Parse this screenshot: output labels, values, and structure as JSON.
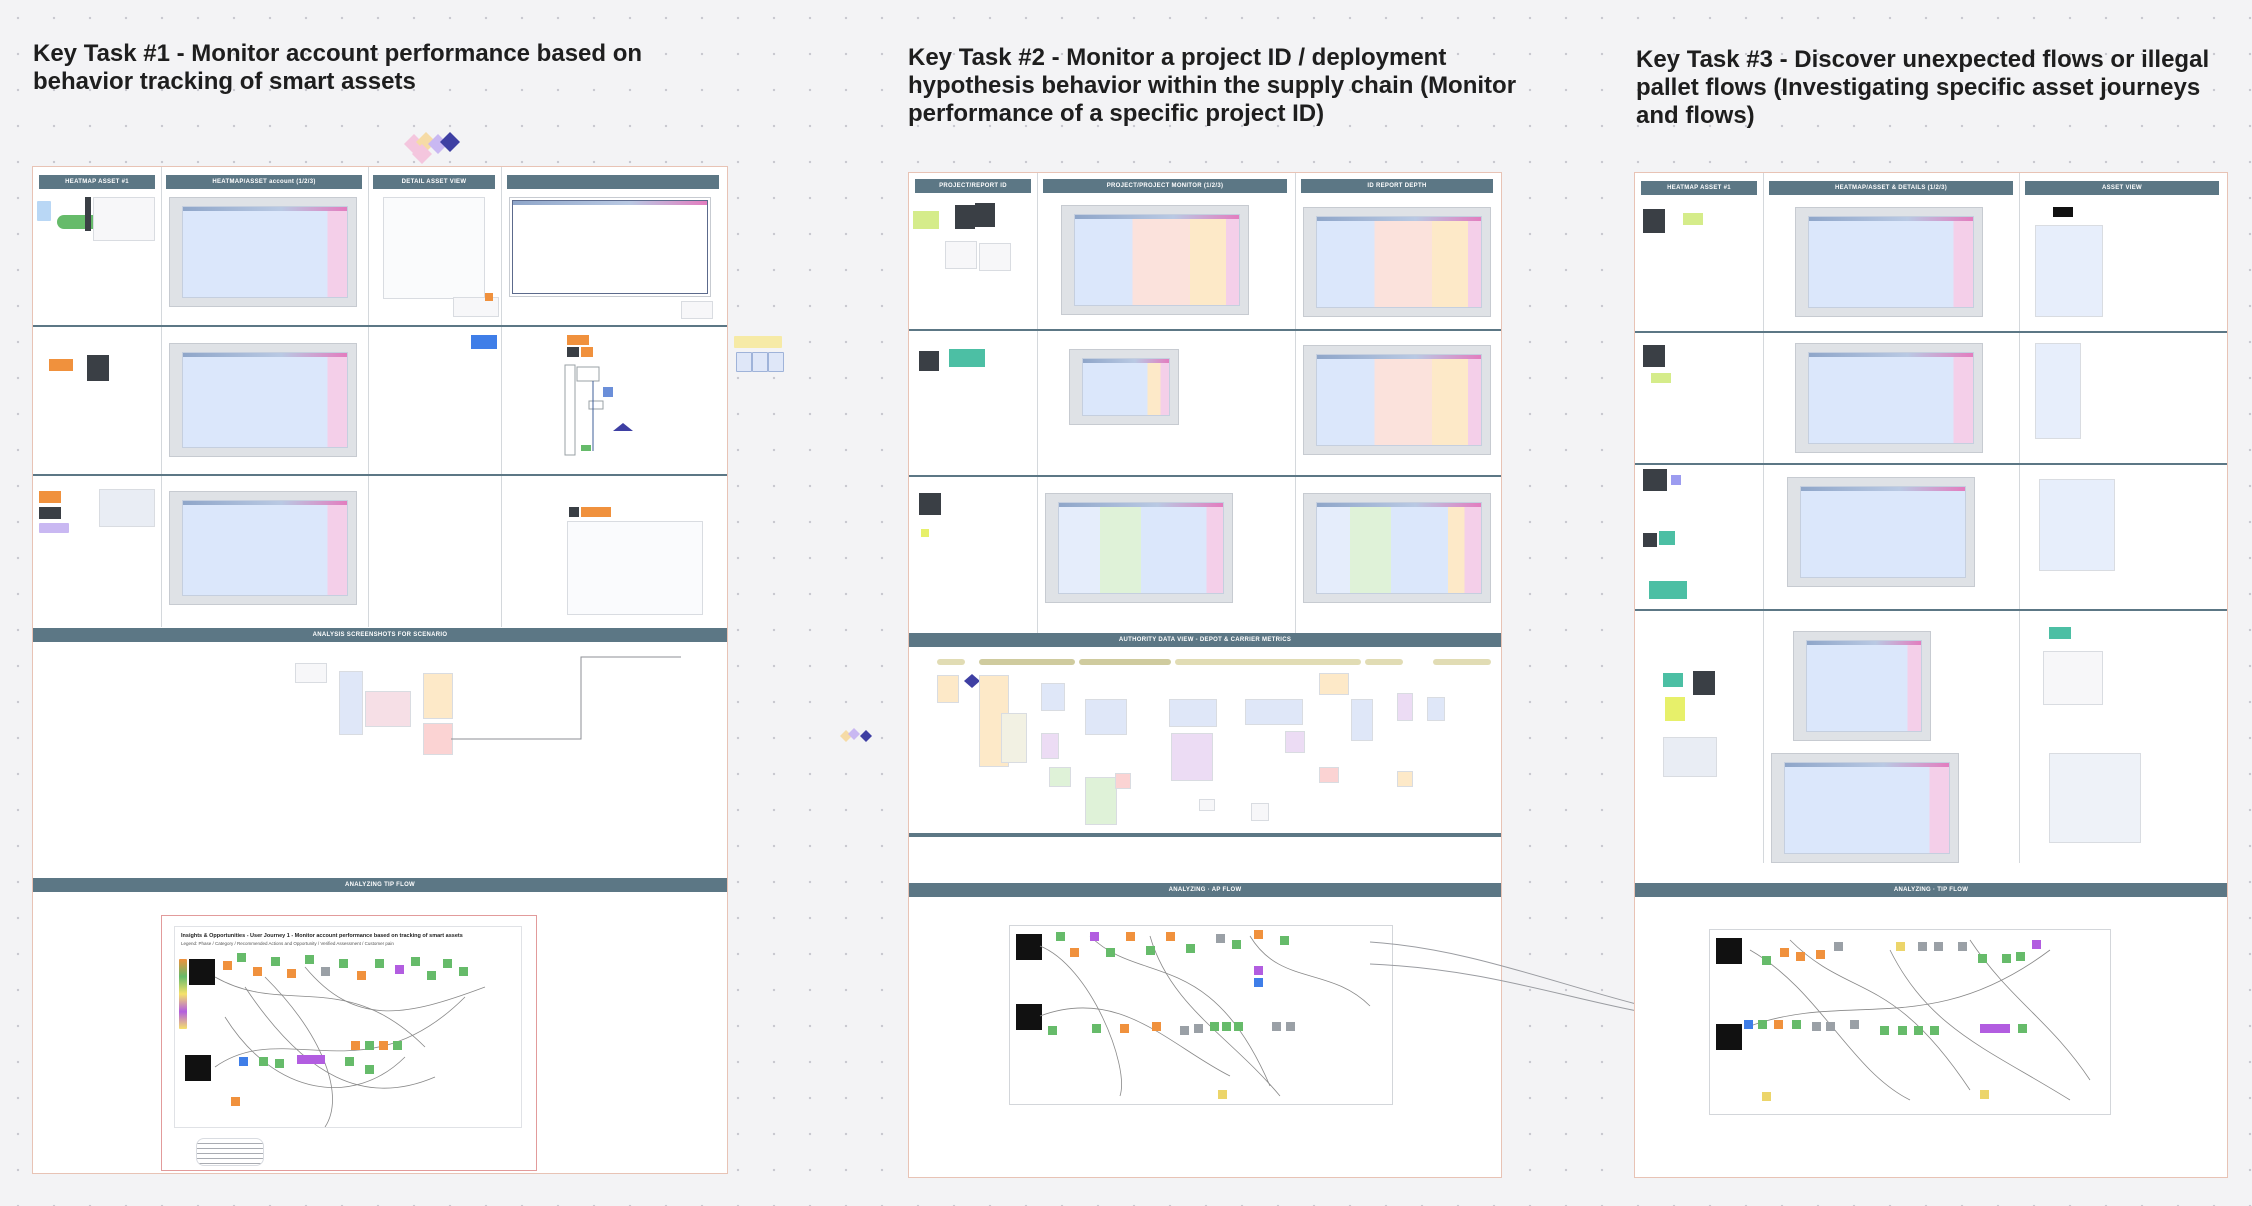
{
  "canvas": {
    "background": "#f3f3f5",
    "accent_band": "#5c7785",
    "board_border": "#e8c3b5"
  },
  "task1": {
    "title_line1": "Key Task #1 - Monitor account performance based on",
    "title_line2": "behavior tracking of smart assets",
    "col_heads": [
      "HEATMAP ASSET #1",
      "HEATMAP/ASSET account (1/2/3)",
      "DETAIL ASSET VIEW",
      ""
    ],
    "band1": "ANALYSIS SCREENSHOTS FOR SCENARIO",
    "band2": "ANALYZING TIP FLOW",
    "flow_title": "Insights & Opportunities - User Journey 1 - Monitor account performance based on tracking of smart assets",
    "flow_subtitle": "Legend: Phase / Category / Recommended Actions and Opportunity / Verified Assessment / Customer pain"
  },
  "task2": {
    "title_line1": "Key Task #2 - Monitor a project ID / deployment",
    "title_line2": "hypothesis behavior within the supply chain (Monitor",
    "title_line3": "performance of a specific project ID)",
    "col_heads": [
      "PROJECT/REPORT ID",
      "PROJECT/PROJECT MONITOR (1/2/3)",
      "ID REPORT DEPTH"
    ],
    "band1": "AUTHORITY DATA VIEW - DEPOT & CARRIER METRICS",
    "band2": "ANALYZING · AP FLOW"
  },
  "task3": {
    "title_line1": "Key Task #3 - Discover unexpected flows or illegal",
    "title_line2": "pallet flows (Investigating specific asset journeys",
    "title_line3": "and flows)",
    "col_heads": [
      "HEATMAP ASSET #1",
      "HEATMAP/ASSET & DETAILS (1/2/3)",
      "ASSET VIEW"
    ],
    "band1": "ANALYZING · TIP FLOW"
  }
}
